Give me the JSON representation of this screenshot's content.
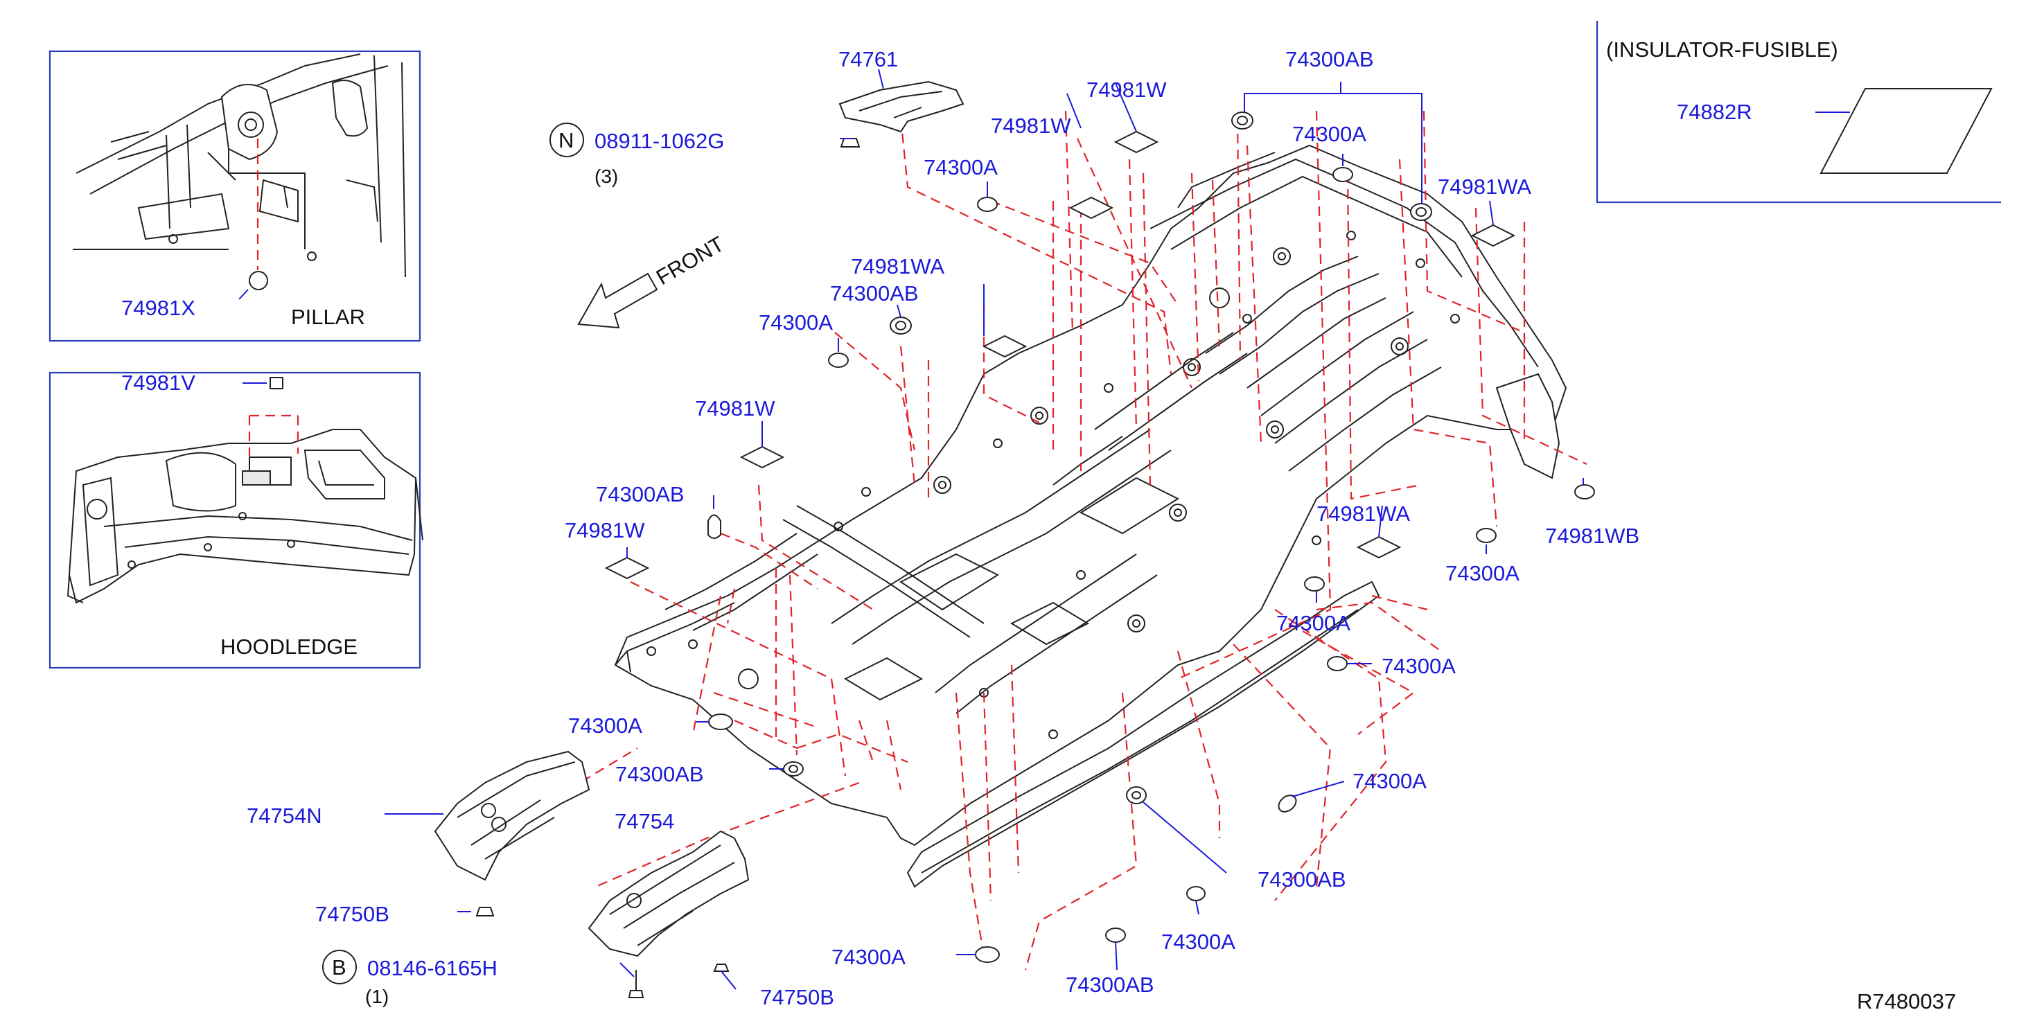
{
  "labels": {
    "p74761": "74761",
    "p74300AB_top": "74300AB",
    "p74981W_1": "74981W",
    "p74981W_2": "74981W",
    "p74300A_1": "74300A",
    "p74300A_2": "74300A",
    "p74981WA_1": "74981WA",
    "p74981WA_2": "74981WA",
    "p74300AB_2": "74300AB",
    "p74300A_3": "74300A",
    "p74981W_3": "74981W",
    "p74300AB_3": "74300AB",
    "p74981W_4": "74981W",
    "p74981WA_3": "74981WA",
    "p74981WB": "74981WB",
    "p74300A_4": "74300A",
    "p74300A_5": "74300A",
    "p74300A_6": "74300A",
    "p74300A_7": "74300A",
    "p74300AB_4": "74300AB",
    "p74754N": "74754N",
    "p74754": "74754",
    "p74750B_1": "74750B",
    "p74750B_2": "74750B",
    "p74300AB_5": "74300AB",
    "p74300A_8": "74300A",
    "p74300A_9": "74300A",
    "p74300AB_6": "74300AB",
    "p74882R": "74882R",
    "p74981X": "74981X",
    "p74981V": "74981V"
  },
  "fasteners": {
    "n_symbol": "N",
    "n_part": "08911-1062G",
    "n_qty": "(3)",
    "b_symbol": "B",
    "b_part": "08146-6165H",
    "b_qty": "(1)"
  },
  "insets": {
    "pillar_title": "PILLAR",
    "hoodledge_title": "HOODLEDGE",
    "insulator_title": "(INSULATOR-FUSIBLE)"
  },
  "direction_label": "FRONT",
  "diagram_code": "R7480037",
  "colors": {
    "part_number": "#1a1adb",
    "dashed_lines": "#e0242a",
    "frame": "#2a3fb8",
    "ink": "#222222"
  },
  "icons": {
    "direction": "front-arrow-icon",
    "nut": "nut-symbol-icon",
    "bolt": "bolt-symbol-icon"
  }
}
